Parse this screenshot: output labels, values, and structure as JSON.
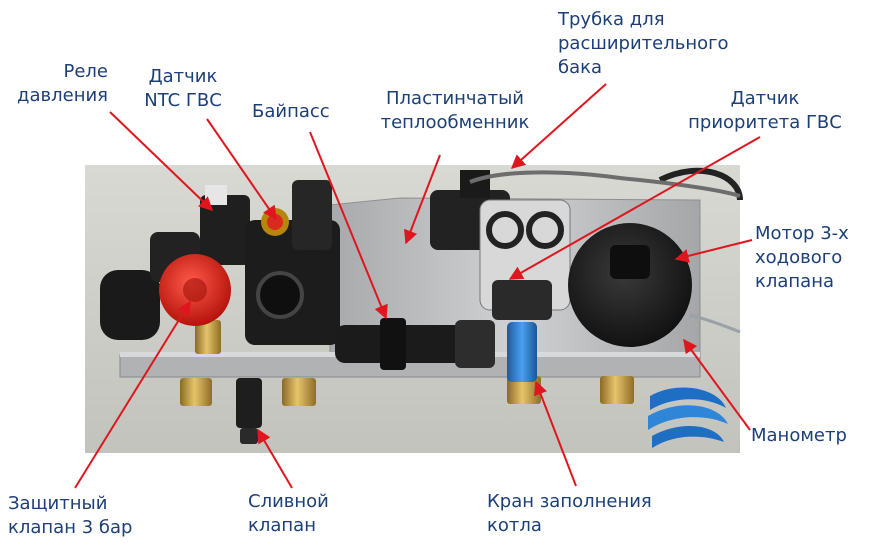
{
  "labels": {
    "pressure_relay": "Реле\nдавления",
    "ntc_sensor": "Датчик\nNTC ГВС",
    "bypass": "Байпасс",
    "plate_exchanger": "Пластинчатый\nтеплообменник",
    "expansion_tube": "Трубка для\nрасширительного\nбака",
    "dhw_priority_sensor": "Датчик\nприоритета ГВС",
    "valve_motor": "Мотор 3-х\nходового\nклапана",
    "manometer": "Манометр",
    "safety_valve": "Защитный\nклапан 3 бар",
    "drain_valve": "Сливной\nклапан",
    "fill_tap": "Кран заполнения\nкотла"
  },
  "colors": {
    "label_text": "#1d3f78",
    "leader_line": "#e0161e",
    "photo_background": "#cfcfc9",
    "plate": "#b9bbbd",
    "brass": "#c9a24a",
    "body_black": "#1c1c1c",
    "safety_valve_cap": "#e2231a",
    "fill_tap": "#2f7fd0",
    "logo_blue": "#1e6fc4"
  },
  "icons": {
    "logo": "blue-swirl-globe-icon",
    "leader_arrowhead": "arrowhead-icon"
  }
}
